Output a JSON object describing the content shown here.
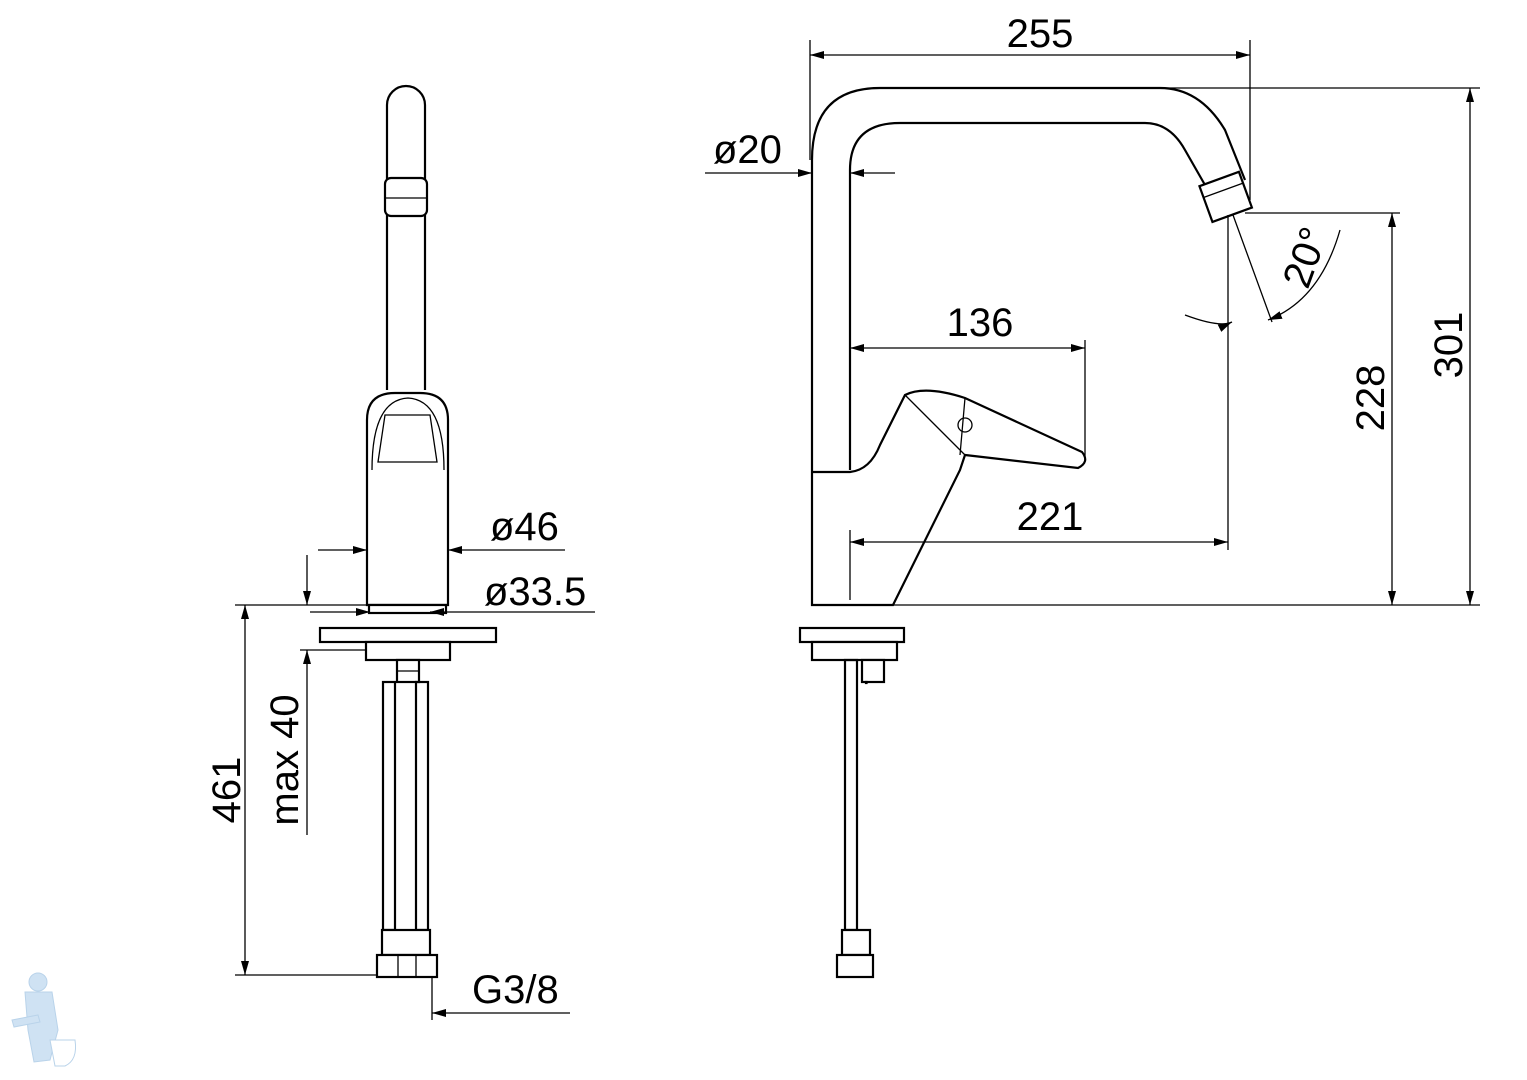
{
  "dimensions": {
    "spout_reach": "255",
    "tube_diameter": "ø20",
    "spout_angle": "20°",
    "handle_reach": "136",
    "outlet_reach": "221",
    "outlet_height": "228",
    "total_height": "301",
    "body_diameter": "ø46",
    "base_diameter": "ø33.5",
    "hose_length": "461",
    "max_deck_thickness": "max 40",
    "connection_thread": "G3/8"
  },
  "colors": {
    "line": "#000000",
    "watermark": "#c7d7e6"
  }
}
